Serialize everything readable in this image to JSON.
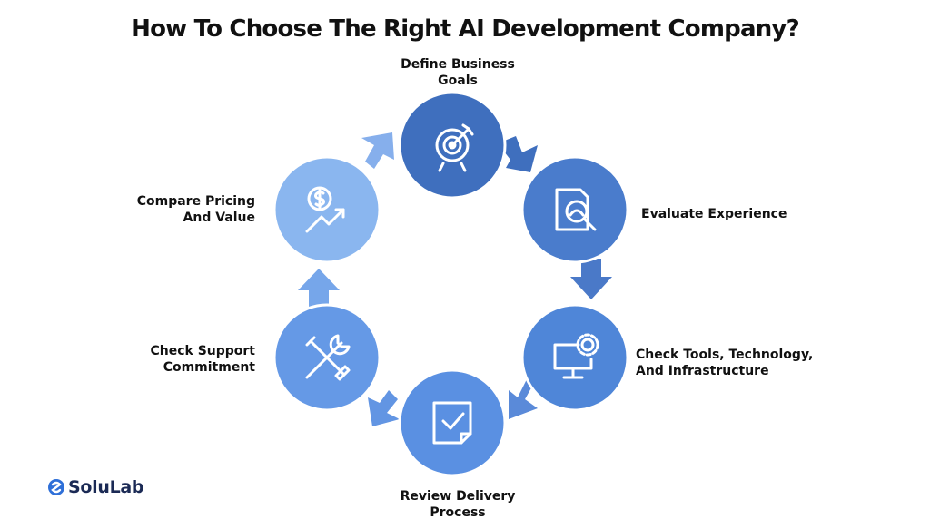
{
  "title": "How To Choose The Right AI Development Company?",
  "steps": [
    {
      "id": "goals",
      "line1": "Define Business",
      "line2": "Goals",
      "icon": "target-icon",
      "color": "#3f6fbe"
    },
    {
      "id": "experience",
      "line1": "Evaluate Experience",
      "line2": "",
      "icon": "document-search-icon",
      "color": "#4a7ccc"
    },
    {
      "id": "tools",
      "line1": "Check Tools, Technology,",
      "line2": "And Infrastructure",
      "icon": "monitor-gear-icon",
      "color": "#4f86d8"
    },
    {
      "id": "delivery",
      "line1": "Review Delivery",
      "line2": "Process",
      "icon": "checklist-icon",
      "color": "#5a90e2"
    },
    {
      "id": "support",
      "line1": "Check Support",
      "line2": "Commitment",
      "icon": "tools-icon",
      "color": "#6599e6"
    },
    {
      "id": "pricing",
      "line1": "Compare Pricing",
      "line2": "And Value",
      "icon": "dollar-growth-icon",
      "color": "#8ab6ef"
    }
  ],
  "logo": {
    "text": "SoluLab"
  },
  "colors": {
    "arrow": "#4a79c8",
    "arrow_light": "#6f9fe6"
  }
}
